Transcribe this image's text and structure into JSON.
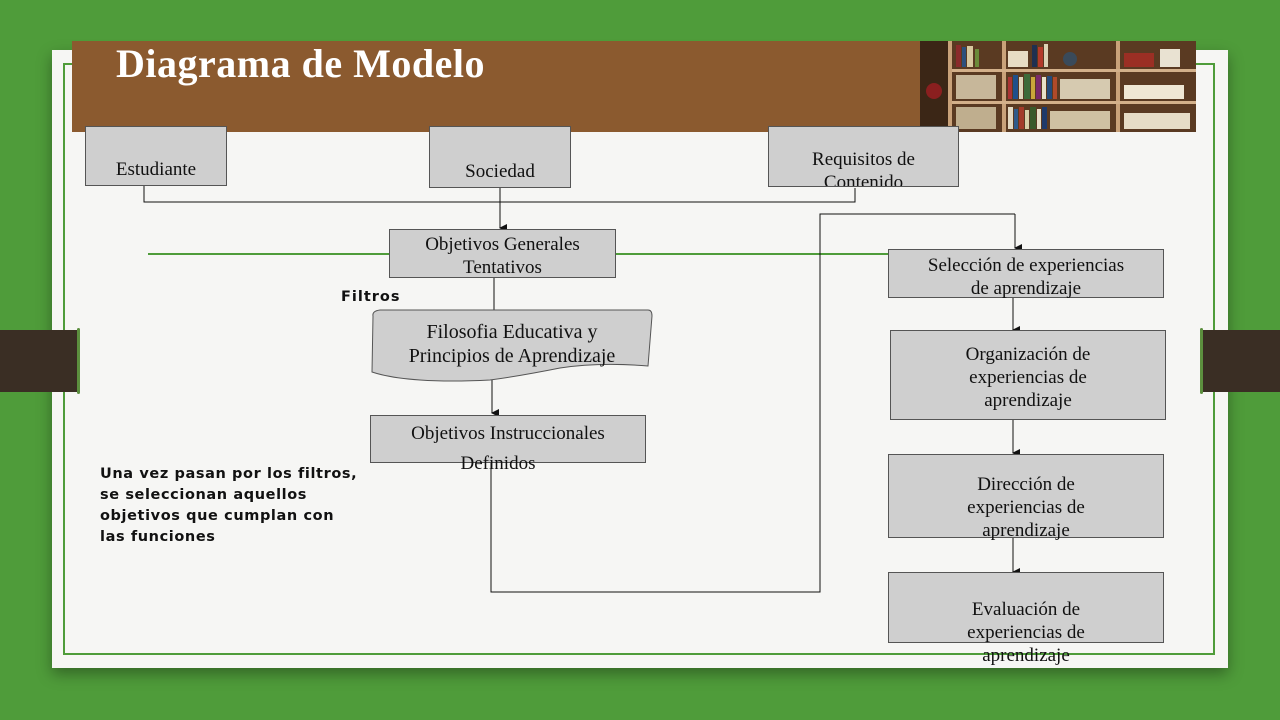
{
  "title": "Diagrama de Modelo",
  "boxes": {
    "estudiante": "Estudiante",
    "sociedad": "Sociedad",
    "requisitos": [
      "Requisitos de",
      "Contenido"
    ],
    "objetivos_generales": [
      "Objetivos Generales",
      "Tentativos"
    ],
    "filosofia": [
      "Filosofia Educativa y",
      "Principios de Aprendizaje"
    ],
    "objetivos_instruccionales": [
      "Objetivos Instruccionales",
      "Definidos"
    ],
    "seleccion": [
      "Selección de experiencias",
      "de aprendizaje"
    ],
    "organizacion": [
      "Organización de",
      "experiencias de",
      "aprendizaje"
    ],
    "direccion": [
      "Dirección de",
      "experiencias de",
      "aprendizaje"
    ],
    "evaluacion": [
      "Evaluación de",
      "experiencias de",
      "aprendizaje"
    ]
  },
  "filtros_label": "Filtros",
  "note": [
    "Una vez pasan por los filtros,",
    "se seleccionan aquellos",
    "objetivos que cumplan con",
    "las funciones"
  ]
}
